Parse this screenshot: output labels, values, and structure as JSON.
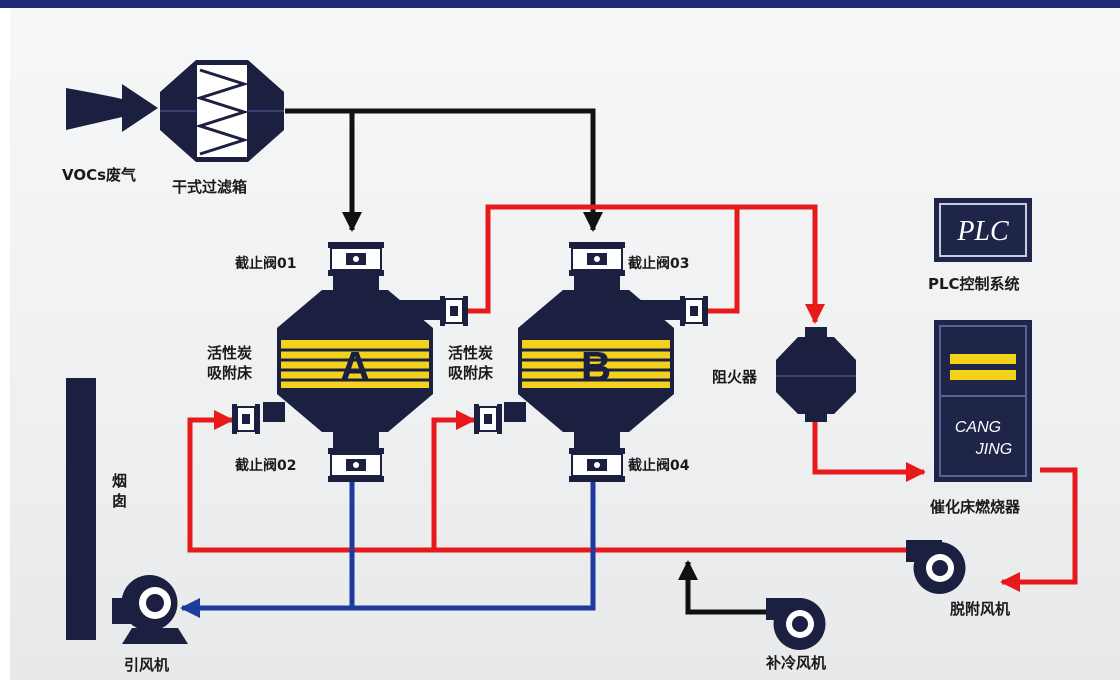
{
  "labels": {
    "vocs_gas": "VOCs废气",
    "dry_filter": "干式过滤箱",
    "valve_01": "截止阀01",
    "valve_02": "截止阀02",
    "valve_03": "截止阀03",
    "valve_04": "截止阀04",
    "adsorber_a_line1": "活性炭",
    "adsorber_a_line2": "吸附床",
    "adsorber_b_line1": "活性炭",
    "adsorber_b_line2": "吸附床",
    "bed_a_letter": "A",
    "bed_b_letter": "B",
    "flame_arrester": "阻火器",
    "plc_screen": "PLC",
    "plc_system": "PLC控制系统",
    "brand_line1": "CANG",
    "brand_line2": "JING",
    "catalytic_burner": "催化床燃烧器",
    "chimney": "烟囱",
    "induced_fan": "引风机",
    "desorption_fan": "脱附风机",
    "cooling_fan": "补冷风机"
  },
  "colors": {
    "equipment": "#1b2040",
    "bed_yellow": "#f2d21c",
    "hot_line": "#e8191b",
    "clean_line": "#1e3a9e",
    "inlet_line": "#111111",
    "plc_panel": "#1e2548"
  }
}
